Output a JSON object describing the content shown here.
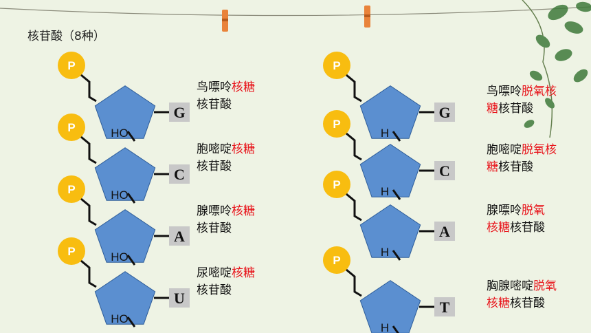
{
  "title": "核苷酸（8种）",
  "colors": {
    "phosphate": "#f8bd10",
    "sugar": "#5b8fd0",
    "sugar_stroke": "#2f5e9a",
    "base_fill": "#c8c8c8",
    "highlight": "#e8141b"
  },
  "ribo": [
    {
      "p": "P",
      "sugar": "HO",
      "base": "G",
      "l1a": "鸟嘌呤",
      "l1b": "核糖",
      "l2a": "",
      "l2b": "核苷酸"
    },
    {
      "p": "P",
      "sugar": "HO",
      "base": "C",
      "l1a": "胞嘧啶",
      "l1b": "核糖",
      "l2a": "",
      "l2b": "核苷酸"
    },
    {
      "p": "P",
      "sugar": "HO",
      "base": "A",
      "l1a": "腺嘌呤",
      "l1b": "核糖",
      "l2a": "",
      "l2b": "核苷酸"
    },
    {
      "p": "P",
      "sugar": "HO",
      "base": "U",
      "l1a": "尿嘧啶",
      "l1b": "核糖",
      "l2a": "",
      "l2b": "核苷酸"
    }
  ],
  "deoxy": [
    {
      "p": "P",
      "sugar": "H",
      "base": "G",
      "l1a": "鸟嘌呤",
      "l1b": "脱氧核",
      "l2a": "糖",
      "l2b": "核苷酸"
    },
    {
      "p": "P",
      "sugar": "H",
      "base": "C",
      "l1a": "胞嘧啶",
      "l1b": "脱氧核",
      "l2a": "糖",
      "l2b": "核苷酸"
    },
    {
      "p": "P",
      "sugar": "H",
      "base": "A",
      "l1a": "腺嘌呤",
      "l1b": "脱氧",
      "l2a": "核糖",
      "l2b": "核苷酸"
    },
    {
      "p": "P",
      "sugar": "H",
      "base": "T",
      "l1a": "胸腺嘧啶",
      "l1b": "脱氧",
      "l2a": "核糖",
      "l2b": "核苷酸"
    }
  ]
}
